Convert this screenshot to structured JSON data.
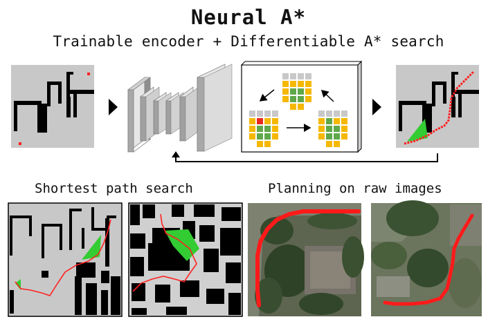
{
  "header": {
    "title": "Neural A*",
    "subtitle": "Trainable encoder + Differentiable A* search"
  },
  "sections": {
    "left_label": "Shortest path search",
    "right_label": "Planning on raw images"
  },
  "colors": {
    "obstacle": "#000000",
    "free_space": "#c8c8c8",
    "path": "#ff2020",
    "explored": "#33cc33",
    "open_node": "#f5b800",
    "closed_node": "#5fa84a",
    "current_node": "#e8281e",
    "unvisited_node": "#c8c8c8",
    "aerial_dark": "#2f3f2a",
    "aerial_light": "#8a8f80"
  },
  "icons": [
    "arrow-right-icon",
    "feedback-arrow-icon",
    "encoder-cnn-icon",
    "search-cycle-icon"
  ]
}
